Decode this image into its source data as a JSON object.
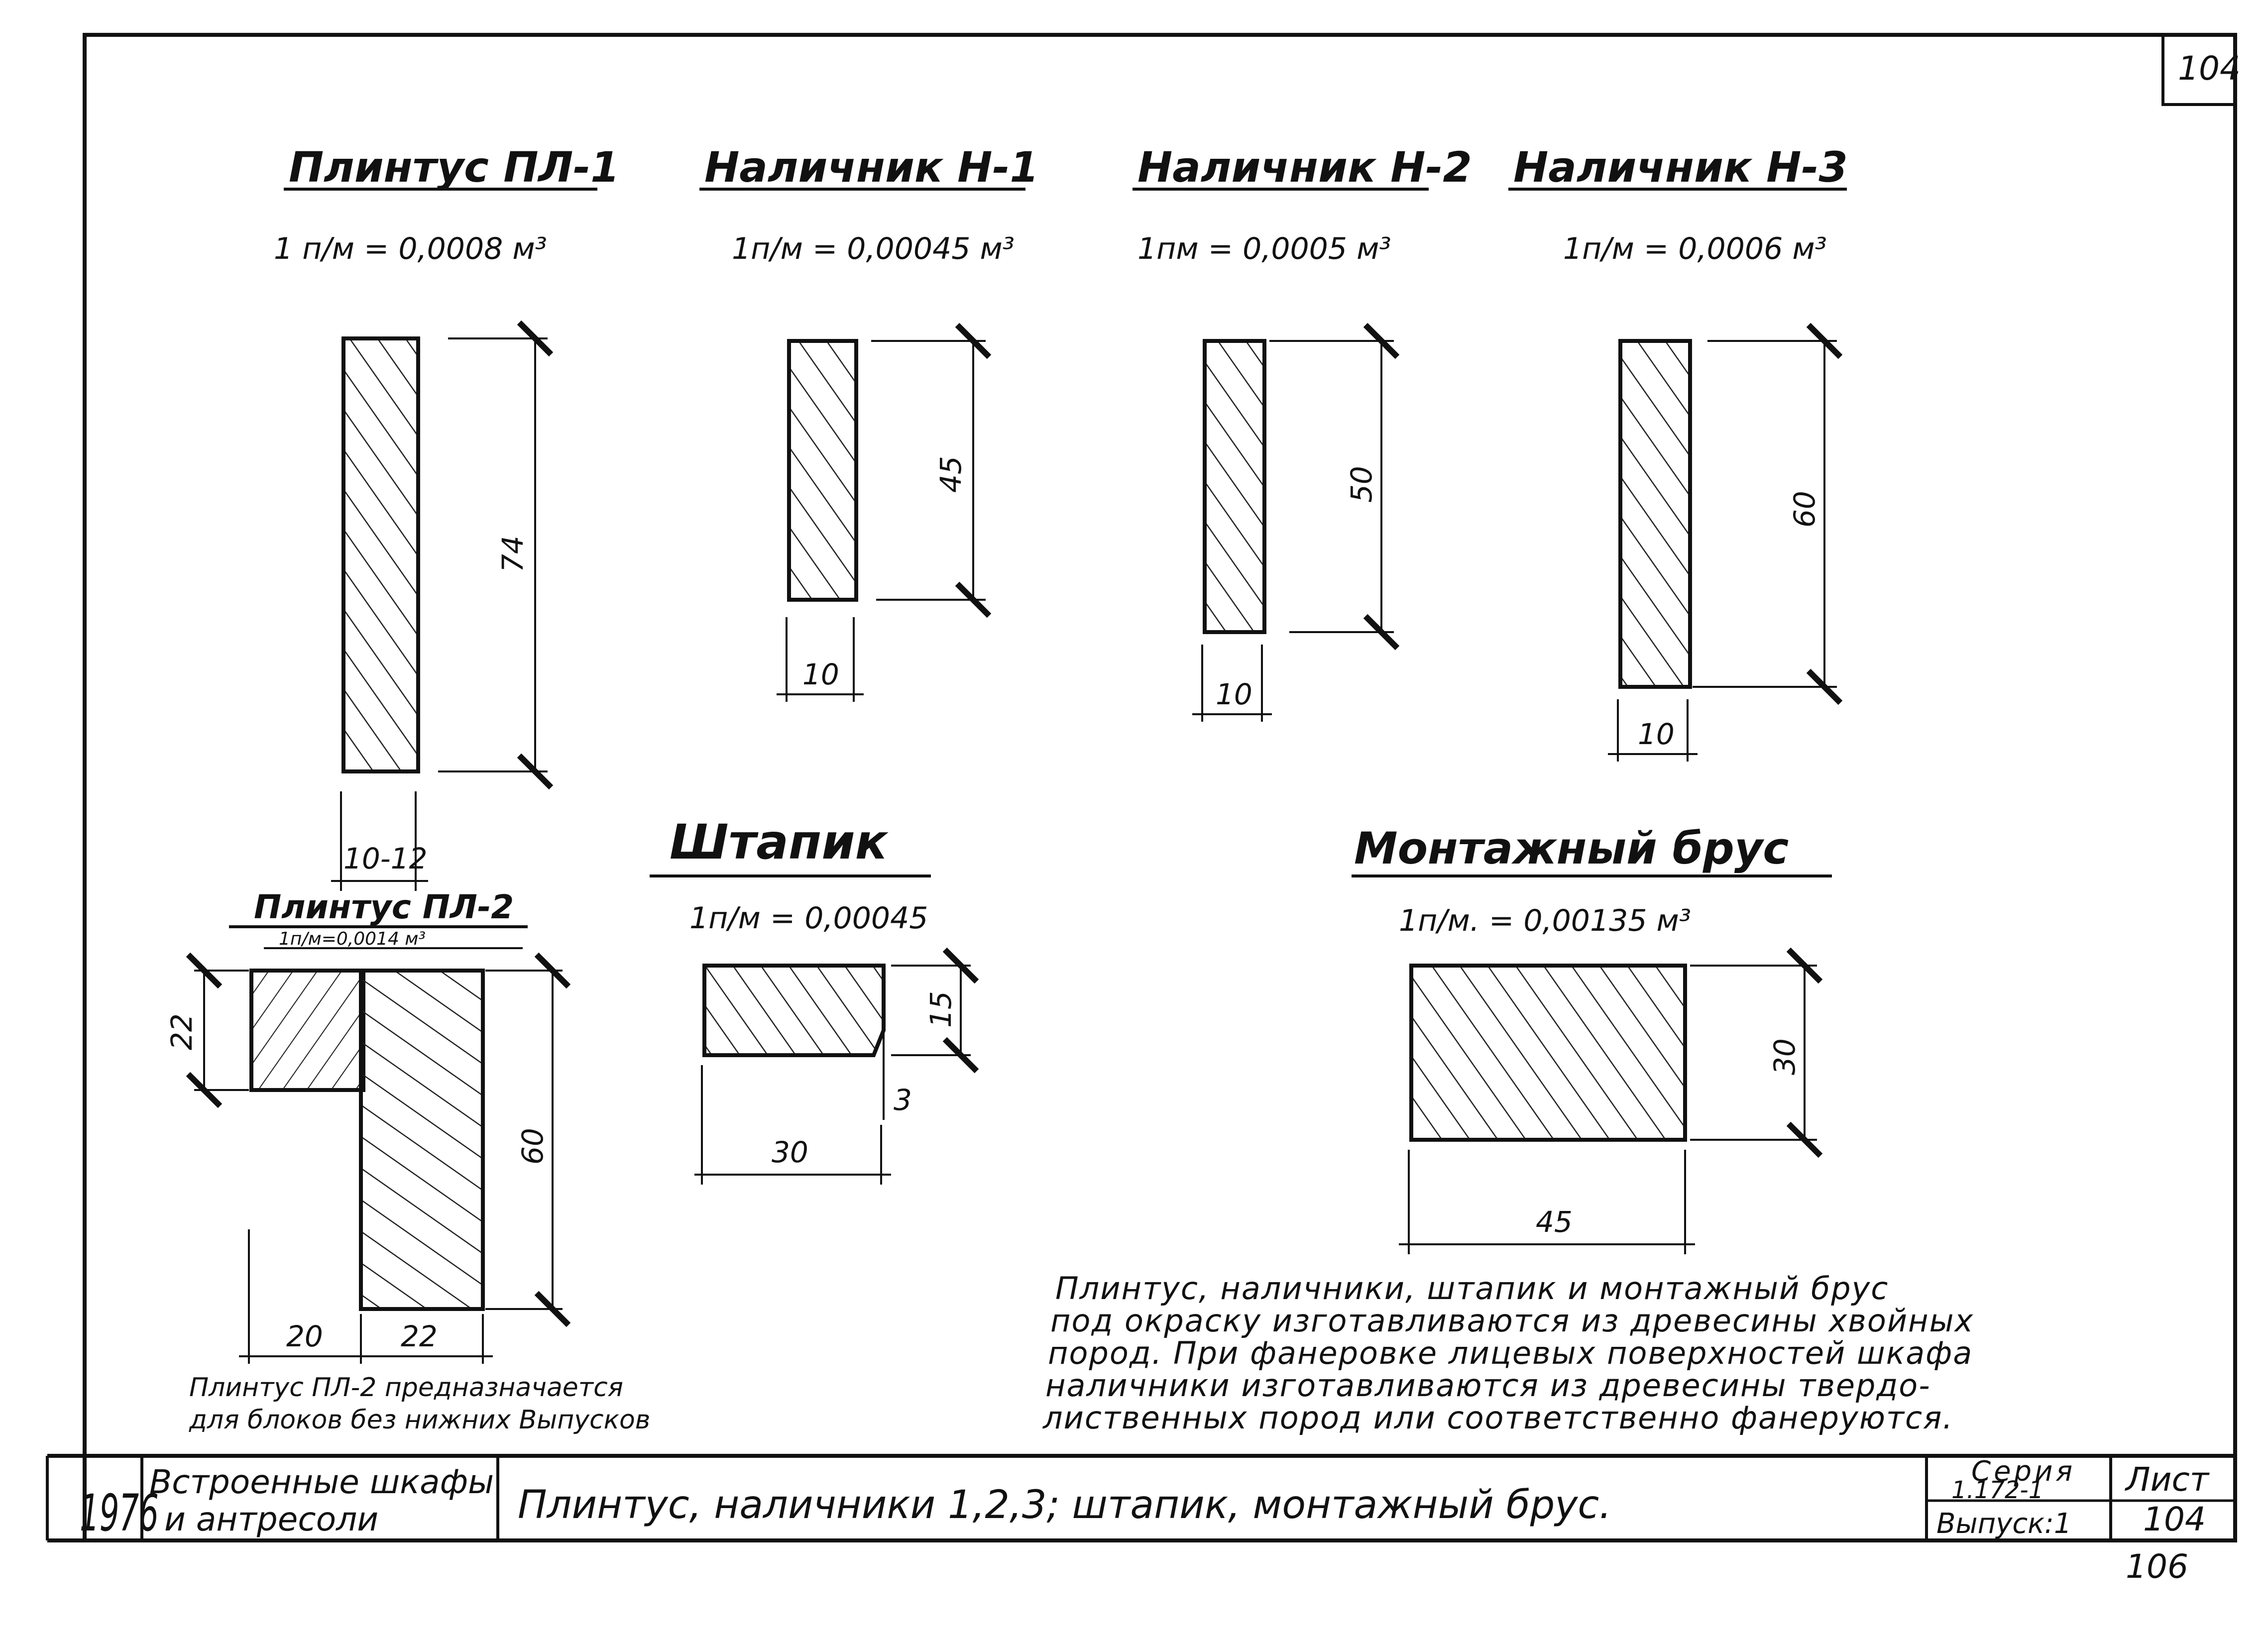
{
  "sheet_number_corner": "104",
  "profiles": {
    "pl1": {
      "title": "Плинтус ПЛ-1",
      "volume": "1 п/м = 0,0008 м³",
      "height": "74",
      "width": "10-12"
    },
    "n1": {
      "title": "Наличник Н-1",
      "volume": "1п/м = 0,00045 м³",
      "height": "45",
      "width": "10"
    },
    "n2": {
      "title": "Наличник Н-2",
      "volume": "1пм = 0,0005 м³",
      "height": "50",
      "width": "10"
    },
    "n3": {
      "title": "Наличник Н-3",
      "volume": "1п/м = 0,0006 м³",
      "height": "60",
      "width": "10"
    },
    "pl2": {
      "title": "Плинтус ПЛ-2",
      "volume": "1п/м=0,0014 м³",
      "dim_top": "22",
      "dim_height": "60",
      "dim_left": "20",
      "dim_right": "22",
      "note": [
        "Плинтус ПЛ-2 предназначается",
        "для блоков без нижних Выпусков"
      ]
    },
    "shtapik": {
      "title": "Штапик",
      "volume": "1п/м = 0,00045",
      "height": "15",
      "width": "30",
      "cut": "3"
    },
    "brus": {
      "title": "Монтажный брус",
      "volume": "1п/м. = 0,00135 м³",
      "height": "30",
      "width": "45"
    }
  },
  "general_note": [
    "Плинтус, наличники, штапик и монтажный брус",
    "под окраску изготавливаются из древесины хвойных",
    "пород. При фанеровке лицевых поверхностей шкафа",
    "наличники изготавливаются из древесины твердо-",
    "лиственных пород или соответственно фанеруются."
  ],
  "title_block": {
    "year": "1976",
    "project": [
      "Встроенные шкафы",
      "и антресоли"
    ],
    "drawing_title": "Плинтус, наличники 1,2,3; штапик, монтажный брус.",
    "series_label": "Серия",
    "series_value": "1.172-1",
    "issue_label": "Выпуск:1",
    "sheet_label": "Лист",
    "sheet_value": "104",
    "page_number": "106"
  }
}
